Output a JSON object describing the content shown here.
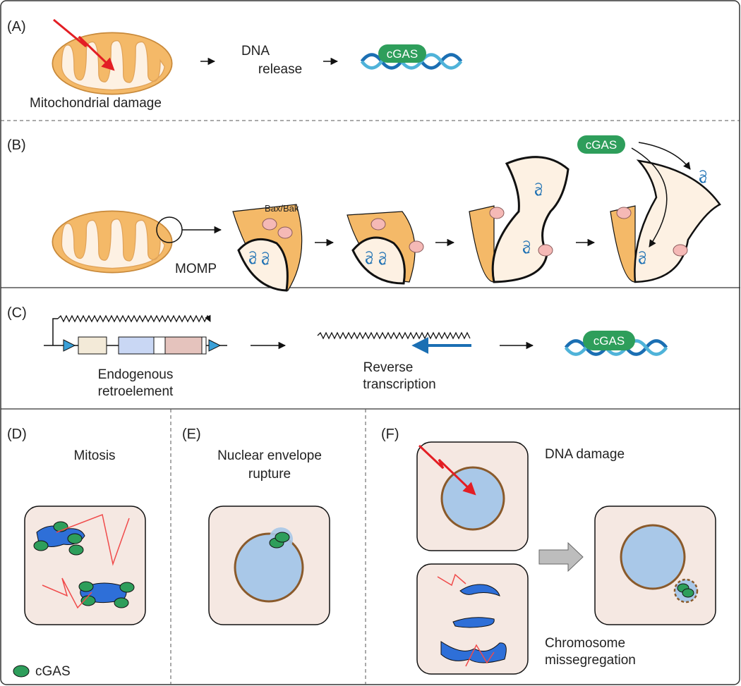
{
  "panels": {
    "A": {
      "label": "(A)",
      "damage_caption": "Mitochondrial damage",
      "release_line1": "DNA",
      "release_line2": "release",
      "cgas": "cGAS"
    },
    "B": {
      "label": "(B)",
      "momp": "MOMP",
      "baxbak": "Bax/Bak",
      "cgas": "cGAS"
    },
    "C": {
      "label": "(C)",
      "retro_line1": "Endogenous",
      "retro_line2": "retroelement",
      "rt_line1": "Reverse",
      "rt_line2": "transcription",
      "cgas": "cGAS"
    },
    "D": {
      "label": "(D)",
      "title": "Mitosis"
    },
    "E": {
      "label": "(E)",
      "title_line1": "Nuclear envelope",
      "title_line2": "rupture"
    },
    "F": {
      "label": "(F)",
      "dna_damage": "DNA damage",
      "missegregation_line1": "Chromosome",
      "missegregation_line2": "missegregation"
    },
    "legend": {
      "label": "cGAS"
    }
  },
  "colors": {
    "mito_fill": "#f4b968",
    "cristae": "#fdf1e3",
    "cgas_green": "#2e9e5b",
    "dna_blue": "#1b6fb3",
    "dna_light": "#4fb3d9",
    "cell_fill": "#f5e8e2",
    "nucleus_fill": "#a9c8e8",
    "nucleus_edge": "#8a5a2b",
    "lightning": "#e31e24",
    "pink": "#f5b9b6"
  }
}
